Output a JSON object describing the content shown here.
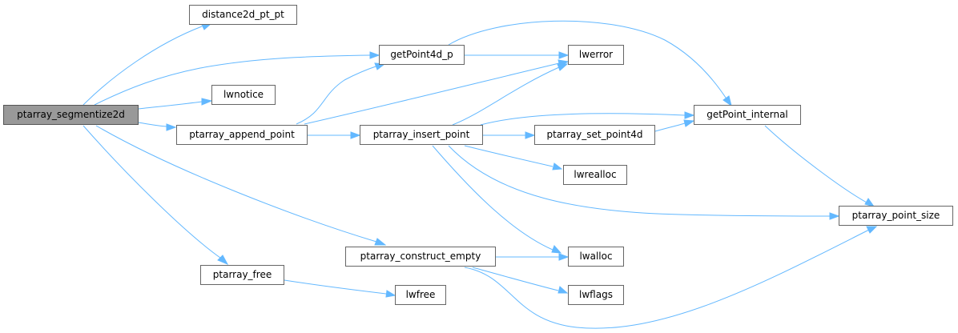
{
  "graph": {
    "nodes": {
      "ptarray_segmentize2d": "ptarray_segmentize2d",
      "distance2d_pt_pt": "distance2d_pt_pt",
      "getPoint4d_p": "getPoint4d_p",
      "lwnotice": "lwnotice",
      "ptarray_append_point": "ptarray_append_point",
      "ptarray_construct_empty": "ptarray_construct_empty",
      "ptarray_free": "ptarray_free",
      "lwerror": "lwerror",
      "getPoint_internal": "getPoint_internal",
      "ptarray_insert_point": "ptarray_insert_point",
      "ptarray_set_point4d": "ptarray_set_point4d",
      "lwrealloc": "lwrealloc",
      "ptarray_point_size": "ptarray_point_size",
      "lwalloc": "lwalloc",
      "lwflags": "lwflags",
      "lwfree": "lwfree"
    },
    "edges": [
      [
        "ptarray_segmentize2d",
        "distance2d_pt_pt"
      ],
      [
        "ptarray_segmentize2d",
        "getPoint4d_p"
      ],
      [
        "ptarray_segmentize2d",
        "lwnotice"
      ],
      [
        "ptarray_segmentize2d",
        "ptarray_append_point"
      ],
      [
        "ptarray_segmentize2d",
        "ptarray_construct_empty"
      ],
      [
        "ptarray_segmentize2d",
        "ptarray_free"
      ],
      [
        "getPoint4d_p",
        "lwerror"
      ],
      [
        "getPoint4d_p",
        "getPoint_internal"
      ],
      [
        "ptarray_append_point",
        "getPoint4d_p"
      ],
      [
        "ptarray_append_point",
        "lwerror"
      ],
      [
        "ptarray_append_point",
        "ptarray_insert_point"
      ],
      [
        "ptarray_insert_point",
        "lwerror"
      ],
      [
        "ptarray_insert_point",
        "getPoint_internal"
      ],
      [
        "ptarray_insert_point",
        "ptarray_set_point4d"
      ],
      [
        "ptarray_insert_point",
        "lwrealloc"
      ],
      [
        "ptarray_insert_point",
        "ptarray_point_size"
      ],
      [
        "ptarray_insert_point",
        "lwalloc"
      ],
      [
        "ptarray_set_point4d",
        "getPoint_internal"
      ],
      [
        "getPoint_internal",
        "ptarray_point_size"
      ],
      [
        "ptarray_construct_empty",
        "lwalloc"
      ],
      [
        "ptarray_construct_empty",
        "lwflags"
      ],
      [
        "ptarray_construct_empty",
        "ptarray_point_size"
      ],
      [
        "ptarray_free",
        "lwfree"
      ]
    ]
  }
}
